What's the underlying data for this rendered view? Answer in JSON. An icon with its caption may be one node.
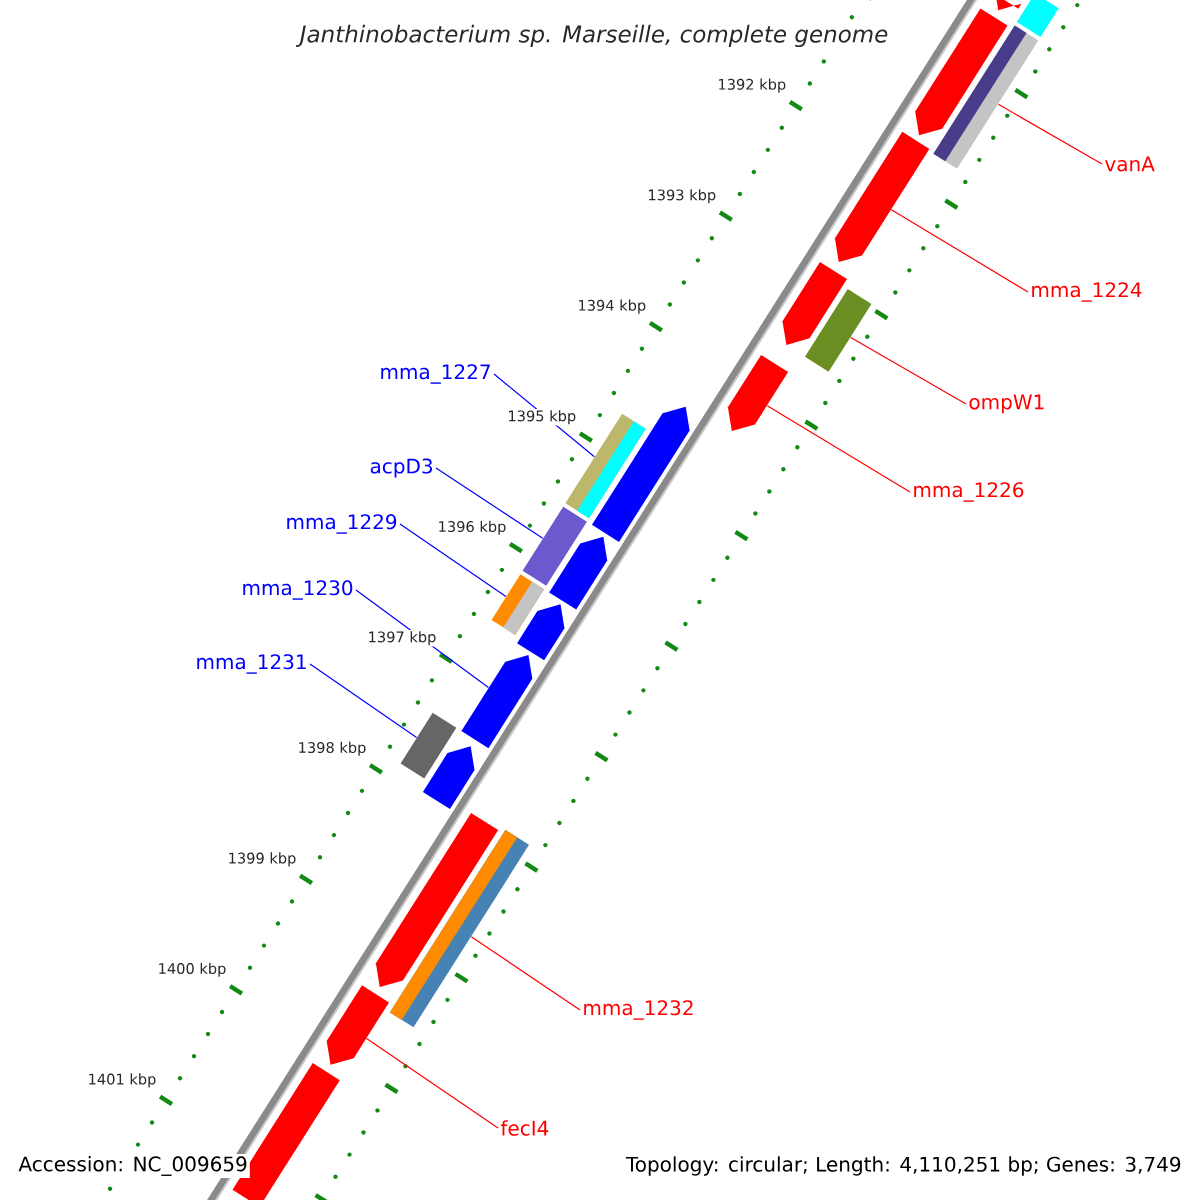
{
  "diagram": {
    "title": "Janthinobacterium sp. Marseille, complete genome",
    "nodes": [
      {
        "text": [
          "vanA"
        ]
      },
      {
        "text": [
          "mma_1224"
        ]
      },
      {
        "text": [
          "ompW1"
        ]
      },
      {
        "text": [
          "mma_1226"
        ]
      },
      {
        "text": [
          "mma_1227"
        ]
      },
      {
        "text": [
          "acpD3"
        ]
      },
      {
        "text": [
          "mma_1229"
        ]
      },
      {
        "text": [
          "mma_1230"
        ]
      },
      {
        "text": [
          "mma_1231"
        ]
      },
      {
        "text": [
          "mma_1232"
        ]
      },
      {
        "text": [
          "fecI4"
        ]
      },
      {
        "text": [],
        "shape": "bar"
      },
      {
        "text": [],
        "shape": "pentagon"
      },
      {
        "text": [],
        "shape": "bar"
      },
      {
        "text": [],
        "shape": "pentagon"
      },
      {
        "text": [],
        "shape": "bar"
      },
      {
        "text": [],
        "shape": "bar"
      },
      {
        "text": [],
        "shape": "bar"
      },
      {
        "text": [],
        "shape": "pentagon"
      },
      {
        "text": [],
        "shape": "bar"
      },
      {
        "text": [],
        "shape": "bar"
      },
      {
        "text": [],
        "shape": "pentagon"
      },
      {
        "text": [],
        "shape": "pentagon"
      },
      {
        "text": [],
        "shape": "pentagon"
      },
      {
        "text": [],
        "shape": "pentagon"
      },
      {
        "text": [],
        "shape": "pentagon"
      },
      {
        "text": [],
        "shape": "pentagon"
      },
      {
        "text": [],
        "shape": "pentagon"
      },
      {
        "text": [],
        "shape": "pentagon"
      },
      {
        "text": [],
        "shape": "pentagon"
      },
      {
        "text": [],
        "shape": "pentagon"
      },
      {
        "text": [],
        "shape": "bar"
      }
    ],
    "edges": [
      {
        "from": 0,
        "to": 11,
        "arrow": "none",
        "color": "#ff0000"
      },
      {
        "from": 1,
        "to": 12,
        "arrow": "none",
        "color": "#ff0000"
      },
      {
        "from": 2,
        "to": 13,
        "arrow": "none",
        "color": "#ff0000"
      },
      {
        "from": 3,
        "to": 14,
        "arrow": "none",
        "color": "#ff0000"
      },
      {
        "from": 4,
        "to": 15,
        "arrow": "none",
        "color": "#0000ff"
      },
      {
        "from": 5,
        "to": 16,
        "arrow": "none",
        "color": "#0000ff"
      },
      {
        "from": 6,
        "to": 17,
        "arrow": "none",
        "color": "#0000ff"
      },
      {
        "from": 7,
        "to": 18,
        "arrow": "none",
        "color": "#0000ff"
      },
      {
        "from": 8,
        "to": 19,
        "arrow": "none",
        "color": "#0000ff"
      },
      {
        "from": 9,
        "to": 20,
        "arrow": "none",
        "color": "#ff0000"
      },
      {
        "from": 10,
        "to": 21,
        "arrow": "none",
        "color": "#ff0000"
      }
    ],
    "labels": [
      "1392 kbp",
      "1393 kbp",
      "1394 kbp",
      "1395 kbp",
      "1396 kbp",
      "1397 kbp",
      "1398 kbp",
      "1399 kbp",
      "1400 kbp",
      "1401 kbp",
      "Accession: NC_009659",
      "Topology: circular; Length: 4,110,251 bp; Genes: 3,749"
    ]
  }
}
